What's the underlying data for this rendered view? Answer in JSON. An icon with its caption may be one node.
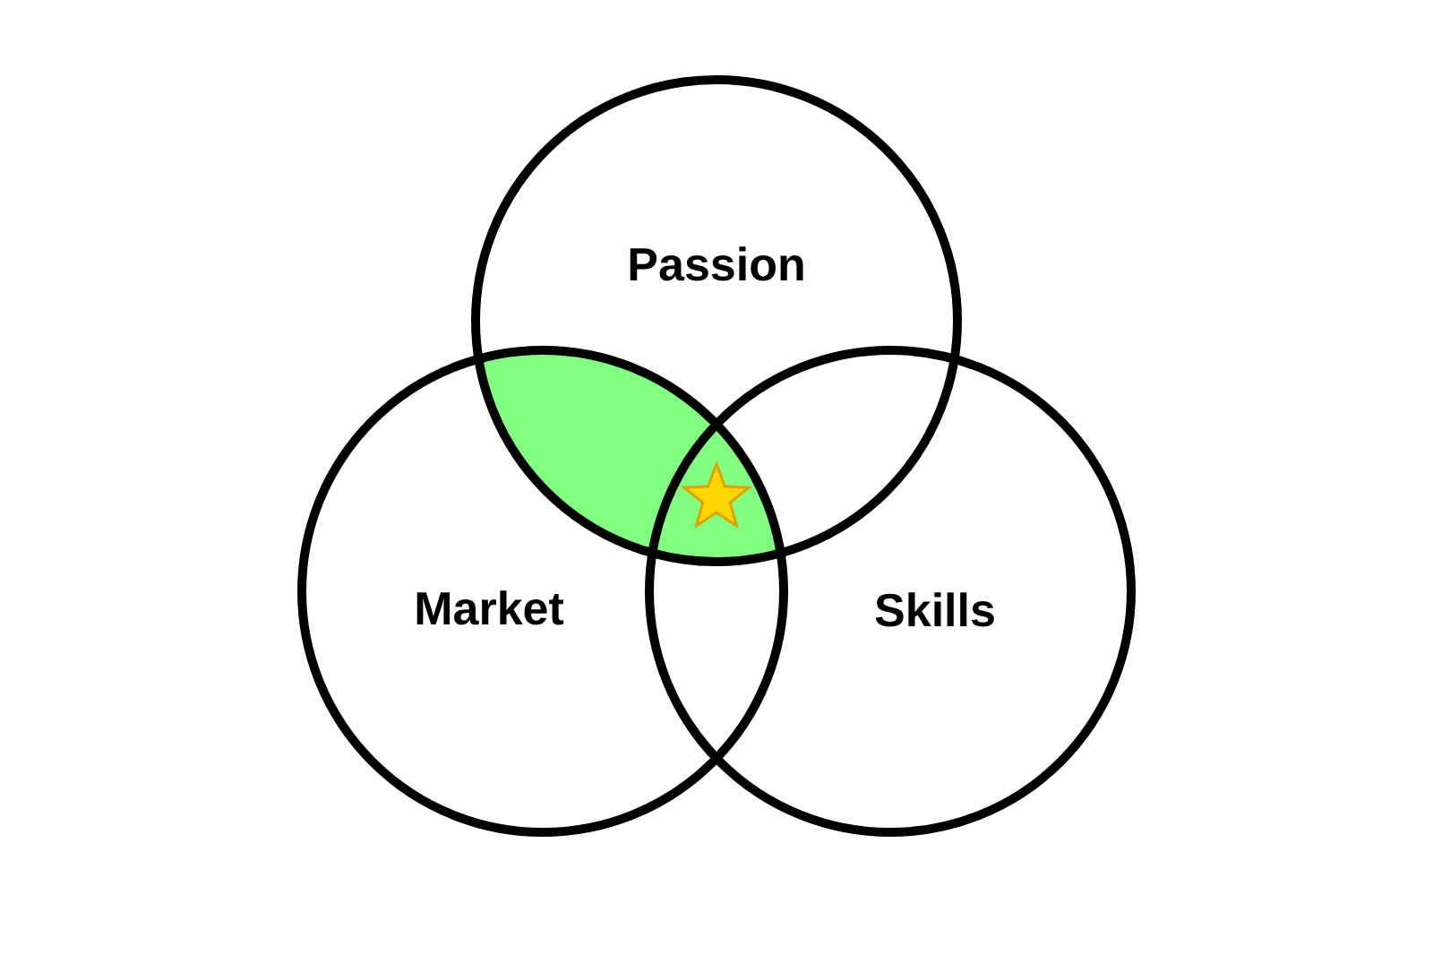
{
  "diagram": {
    "nodes": [
      {
        "text": [
          "Passion"
        ]
      },
      {
        "text": [
          "Market"
        ]
      },
      {
        "text": [
          "Skills"
        ]
      }
    ]
  }
}
